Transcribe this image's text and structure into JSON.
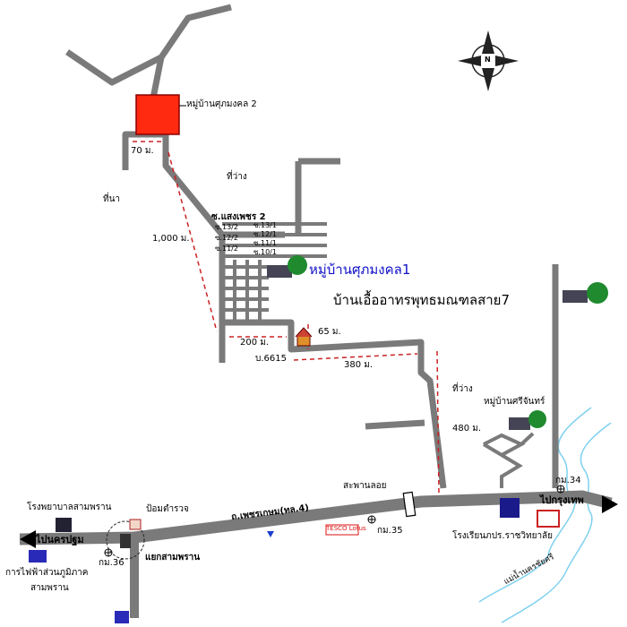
{
  "map": {
    "village_2": "หมู่บ้านศุภมงคล 2",
    "village_1": "หมู่บ้านศุภมงคล1",
    "home_name": "บ้านเอื้ออาทรพุทธมณฑลสาย7",
    "village_srichan": "หมู่บ้านศรีจันทร์",
    "vacant_1": "ที่ว่าง",
    "vacant_2": "ที่ว่าง",
    "rice_field": "ที่นา",
    "dist_70": "70 ม.",
    "dist_1000": "1,000 ม.",
    "dist_200": "200 ม.",
    "dist_65": "65 ม.",
    "dist_380": "380 ม.",
    "dist_480": "480 ม.",
    "house_no": "บ.6615",
    "soi_main": "ซ.แสงเพชร 2",
    "soi_13_2": "ซ.13/2",
    "soi_12_2": "ซ.12/2",
    "soi_11_2": "ซ.11/2",
    "soi_13_1": "ซ.13/1",
    "soi_12_1": "ซ.12/1",
    "soi_11_1": "ซ.11/1",
    "soi_10_1": "ซ.10/1",
    "main_road": "ถ.เพชรเกษม(ทล.4)",
    "bridge": "สะพานลอย",
    "km_34": "กม.34",
    "km_35": "กม.35",
    "km_36": "กม.36",
    "to_bangkok": "ไปกรุงเทพ",
    "to_nakhon_pathom": "ไปนครปฐม",
    "hospital": "โรงพยาบาลสามพราน",
    "police": "ป้อมตำรวจ",
    "junction": "แยกสามพราน",
    "pea_line1": "การไฟฟ้าส่วนภูมิภาค",
    "pea_line2": "สามพราน",
    "school": "โรงเรียนภปร.ราชวิทยาลัย",
    "river": "แม่น้ำนครชัยศรี",
    "tesco": "TESCO Lotus",
    "north": "N",
    "colors": {
      "plot": "#ff2a10",
      "road": "#7a7a7a",
      "dash": "#cc2222",
      "label_blue": "#1010c8"
    }
  }
}
